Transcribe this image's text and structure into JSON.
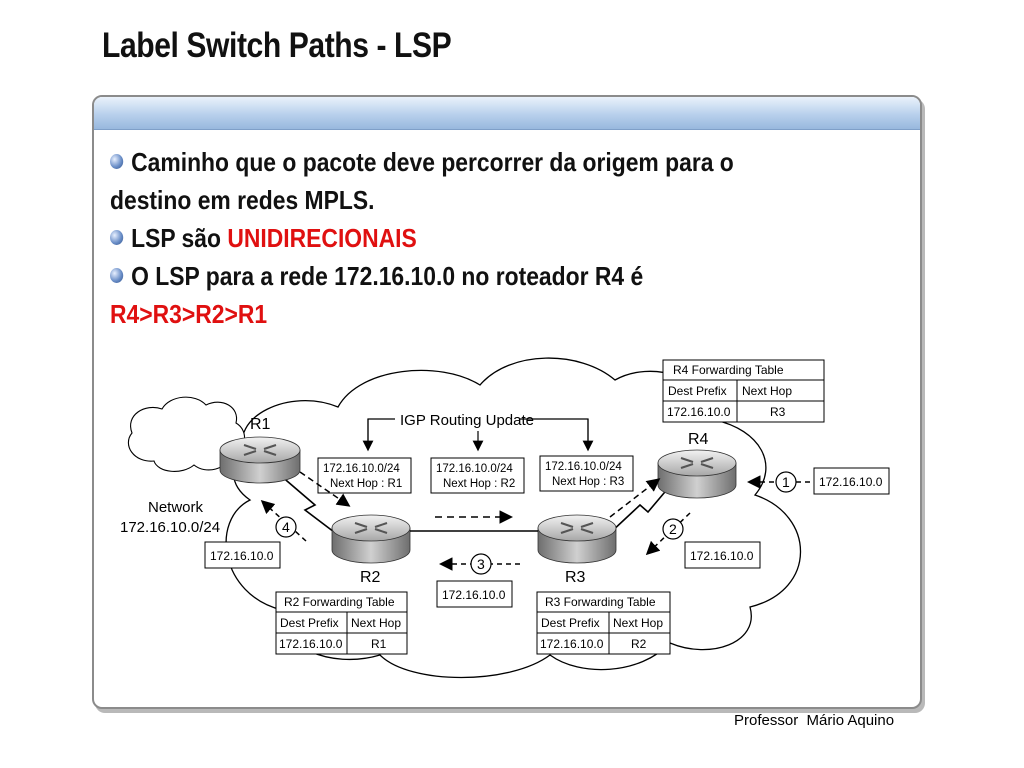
{
  "slide": {
    "title": "Label Switch Paths - LSP",
    "footer": "Professor  Mário Aquino"
  },
  "bullets": [
    {
      "text": "Caminho que o pacote deve percorrer da origem para o destino em redes MPLS."
    },
    {
      "text": "LSP são ",
      "highlight": "UNIDIRECIONAIS"
    },
    {
      "text": "O LSP para a rede 172.16.10.0 no roteador R4 é",
      "highlight": "R4>R3>R2>R1"
    }
  ],
  "colors": {
    "accent_red": "#e01010",
    "header_blue": "#b8d0ec"
  },
  "diagram": {
    "routers": {
      "r1": "R1",
      "r2": "R2",
      "r3": "R3",
      "r4": "R4"
    },
    "network_label": "Network",
    "network_prefix": "172.16.10.0/24",
    "igp_label": "IGP Routing Update",
    "igp_boxes": [
      {
        "line1": "172.16.10.0/24",
        "line2": "Next Hop : R1"
      },
      {
        "line1": "172.16.10.0/24",
        "line2": "Next Hop : R2"
      },
      {
        "line1": "172.16.10.0/24",
        "line2": "Next Hop : R3"
      }
    ],
    "packet_label": "172.16.10.0",
    "steps": [
      "1",
      "2",
      "3",
      "4"
    ],
    "table_headers": [
      "Dest Prefix",
      "Next Hop"
    ],
    "tables": {
      "r4": {
        "title": "R4 Forwarding Table",
        "prefix": "172.16.10.0",
        "next_hop": "R3"
      },
      "r2": {
        "title": "R2 Forwarding Table",
        "prefix": "172.16.10.0",
        "next_hop": "R1"
      },
      "r3": {
        "title": "R3 Forwarding Table",
        "prefix": "172.16.10.0",
        "next_hop": "R2"
      }
    }
  }
}
